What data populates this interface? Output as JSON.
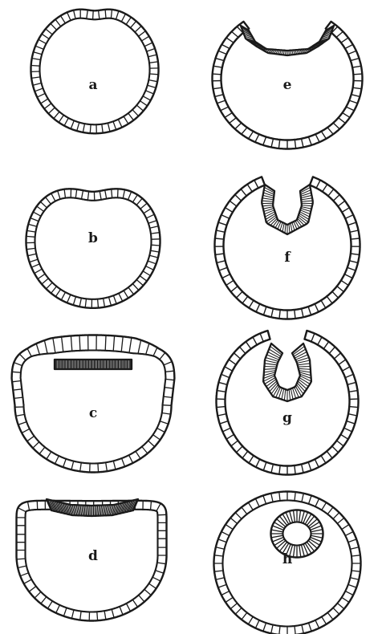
{
  "figure": {
    "panels": [
      {
        "id": "a",
        "label": "a"
      },
      {
        "id": "b",
        "label": "b"
      },
      {
        "id": "c",
        "label": "c"
      },
      {
        "id": "d",
        "label": "d"
      },
      {
        "id": "e",
        "label": "e"
      },
      {
        "id": "f",
        "label": "f"
      },
      {
        "id": "g",
        "label": "g"
      },
      {
        "id": "h",
        "label": "h"
      }
    ]
  }
}
